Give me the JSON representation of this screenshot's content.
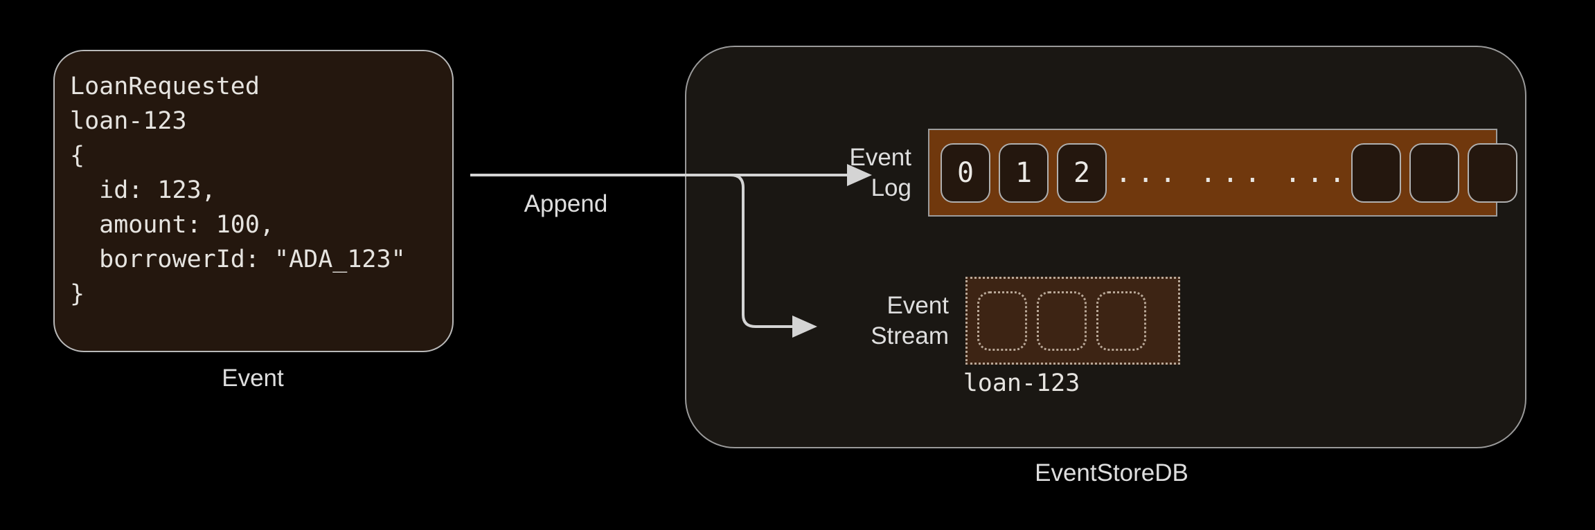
{
  "colors": {
    "background": "#000000",
    "card_fill": "#24170e",
    "card_border": "#b9b9b9",
    "store_fill": "#1a1713",
    "store_border": "#9a9a9a",
    "log_band": "#70380d",
    "stream_band": "#3d2414",
    "text": "#dedede",
    "arrow": "#d4d4d4"
  },
  "event_card": {
    "code": "LoanRequested\nloan-123\n{\n  id: 123,\n  amount: 100,\n  borrowerId: \"ADA_123\"\n}",
    "caption": "Event"
  },
  "arrow": {
    "label": "Append"
  },
  "store": {
    "caption": "EventStoreDB",
    "event_log": {
      "label": "Event\nLog",
      "cells": [
        "0",
        "1",
        "2"
      ],
      "ellipsis_groups": [
        "...",
        "...",
        "..."
      ],
      "trailing_empty_cells": 3
    },
    "event_stream": {
      "label": "Event\nStream",
      "empty_cells": 3,
      "caption": "loan-123"
    }
  }
}
